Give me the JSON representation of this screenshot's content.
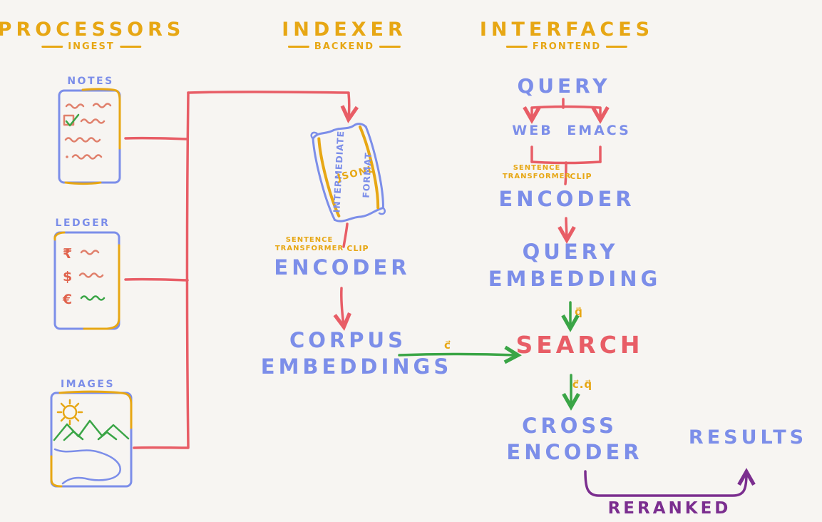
{
  "colors": {
    "bg": "#f7f5f2",
    "yellow": "#e7a714",
    "blue": "#7c8ee9",
    "red": "#e85d66",
    "green": "#3aa546",
    "purple": "#7b2e8f",
    "salmon": "#e0806c"
  },
  "columns": {
    "processors": {
      "title": "PROCESSORS",
      "subtitle": "INGEST"
    },
    "indexer": {
      "title": "INDEXER",
      "subtitle": "BACKEND"
    },
    "interfaces": {
      "title": "INTERFACES",
      "subtitle": "FRONTEND"
    }
  },
  "processors": {
    "notes_label": "NOTES",
    "ledger_label": "LEDGER",
    "images_label": "IMAGES",
    "ledger_symbols": {
      "rupee": "₹",
      "dollar": "$",
      "euro": "€"
    }
  },
  "indexer": {
    "scroll_left": "INTERMEDIATE",
    "scroll_center": "JSONL",
    "scroll_right": "FORMAT",
    "model_line1": "SENTENCE",
    "model_line2": "TRANSFORMER",
    "model_clip": "CLIP",
    "encoder": "ENCODER",
    "corpus_line1": "CORPUS",
    "corpus_line2": "EMBEDDINGS",
    "corpus_vector": "c⃗"
  },
  "interfaces": {
    "query": "QUERY",
    "web": "WEB",
    "emacs": "EMACS",
    "model_line1": "SENTENCE",
    "model_line2": "TRANSFORMER",
    "model_clip": "CLIP",
    "encoder": "ENCODER",
    "embedding_line1": "QUERY",
    "embedding_line2": "EMBEDDING",
    "query_vector": "q⃗",
    "search": "SEARCH",
    "dot_product": "c⃗.q⃗",
    "cross_line1": "CROSS",
    "cross_line2": "ENCODER",
    "reranked": "RERANKED",
    "results": "RESULTS"
  }
}
